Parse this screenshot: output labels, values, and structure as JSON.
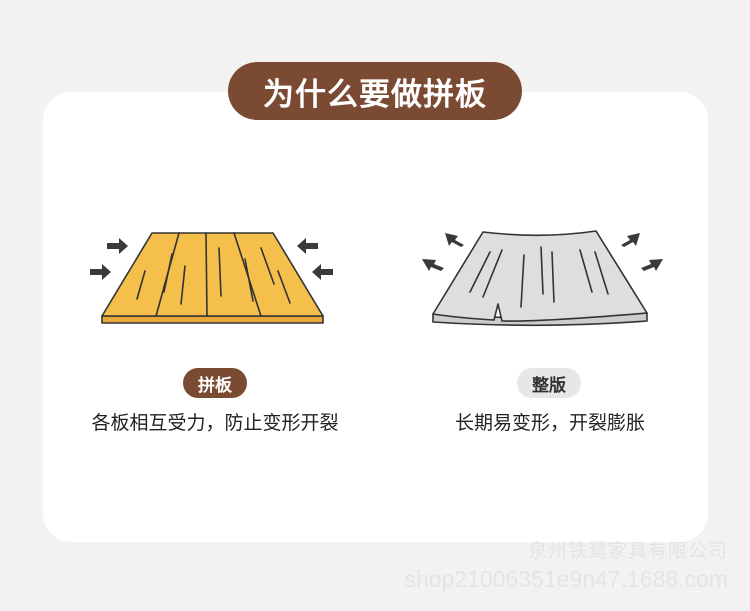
{
  "title": "为什么要做拼板",
  "left": {
    "label": "拼板",
    "caption": "各板相互受力，防止变形开裂"
  },
  "right": {
    "label": "整版",
    "caption": "长期易变形，开裂膨胀"
  },
  "watermark": {
    "company": "泉州铁鹭家具有限公司",
    "shop": "shop21006351e9n47.1688.com"
  },
  "colors": {
    "brown": "#7b4a33",
    "wood": "#f4c04b",
    "gray_board": "#dedede",
    "arrow": "#3a3a3a"
  }
}
